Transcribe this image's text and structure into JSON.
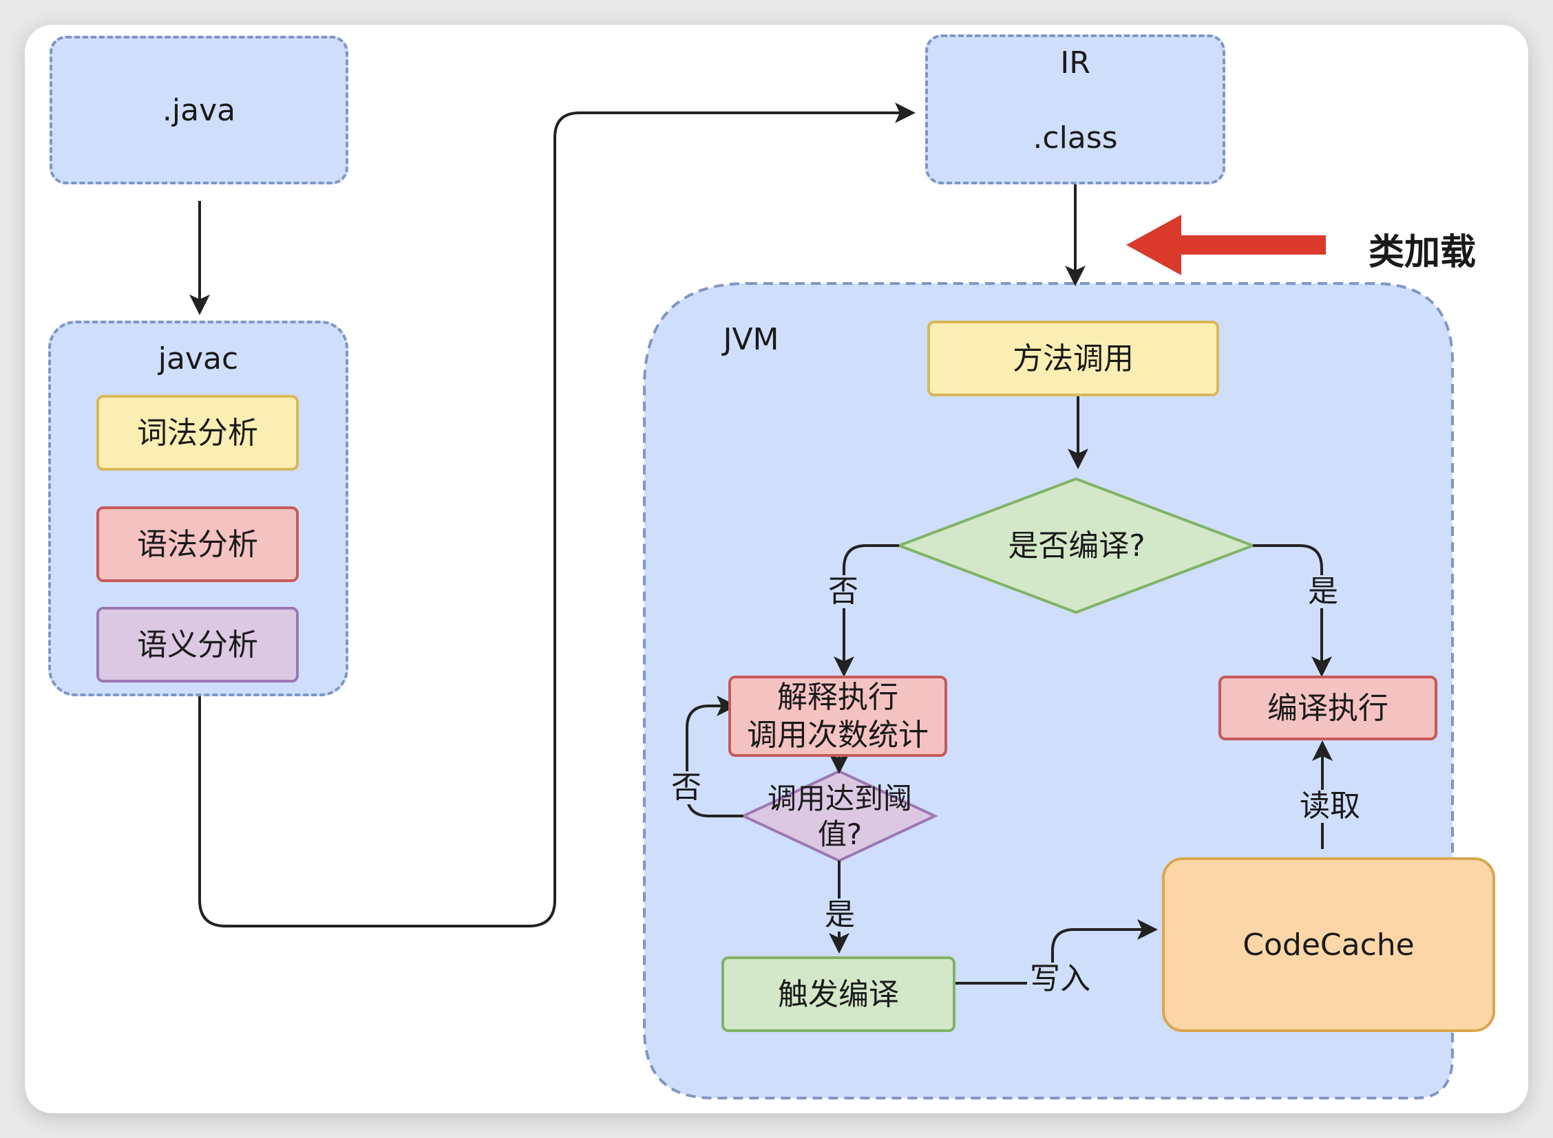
{
  "nodes": {
    "java": ".java",
    "ir_title": "IR",
    "ir_class": ".class",
    "javac_title": "javac",
    "lexical": "词法分析",
    "syntax": "语法分析",
    "semantic": "语义分析",
    "jvm_title": "JVM",
    "method_call": "方法调用",
    "is_compiled": "是否编译?",
    "interpret_line1": "解释执行",
    "interpret_line2": "调用次数统计",
    "compile_exec": "编译执行",
    "threshold_line1": "调用达到阈",
    "threshold_line2": "值?",
    "trigger_compile": "触发编译",
    "codecache": "CodeCache"
  },
  "edge_labels": {
    "no_left": "否",
    "yes_right": "是",
    "loop_no": "否",
    "threshold_yes": "是",
    "write": "写入",
    "read": "读取"
  },
  "annotation": {
    "class_loading": "类加载"
  },
  "colors": {
    "dashed_fill": "#cfdefa",
    "dashed_stroke": "#7f96c4",
    "yellow": "#fbeeb2",
    "red": "#f5c2c2",
    "purple": "#dcc8e3",
    "green": "#d3e8c8",
    "diamond_green": "#d3e8c8",
    "orange": "#fcd6a6",
    "arrow_red": "#d93a2b"
  }
}
